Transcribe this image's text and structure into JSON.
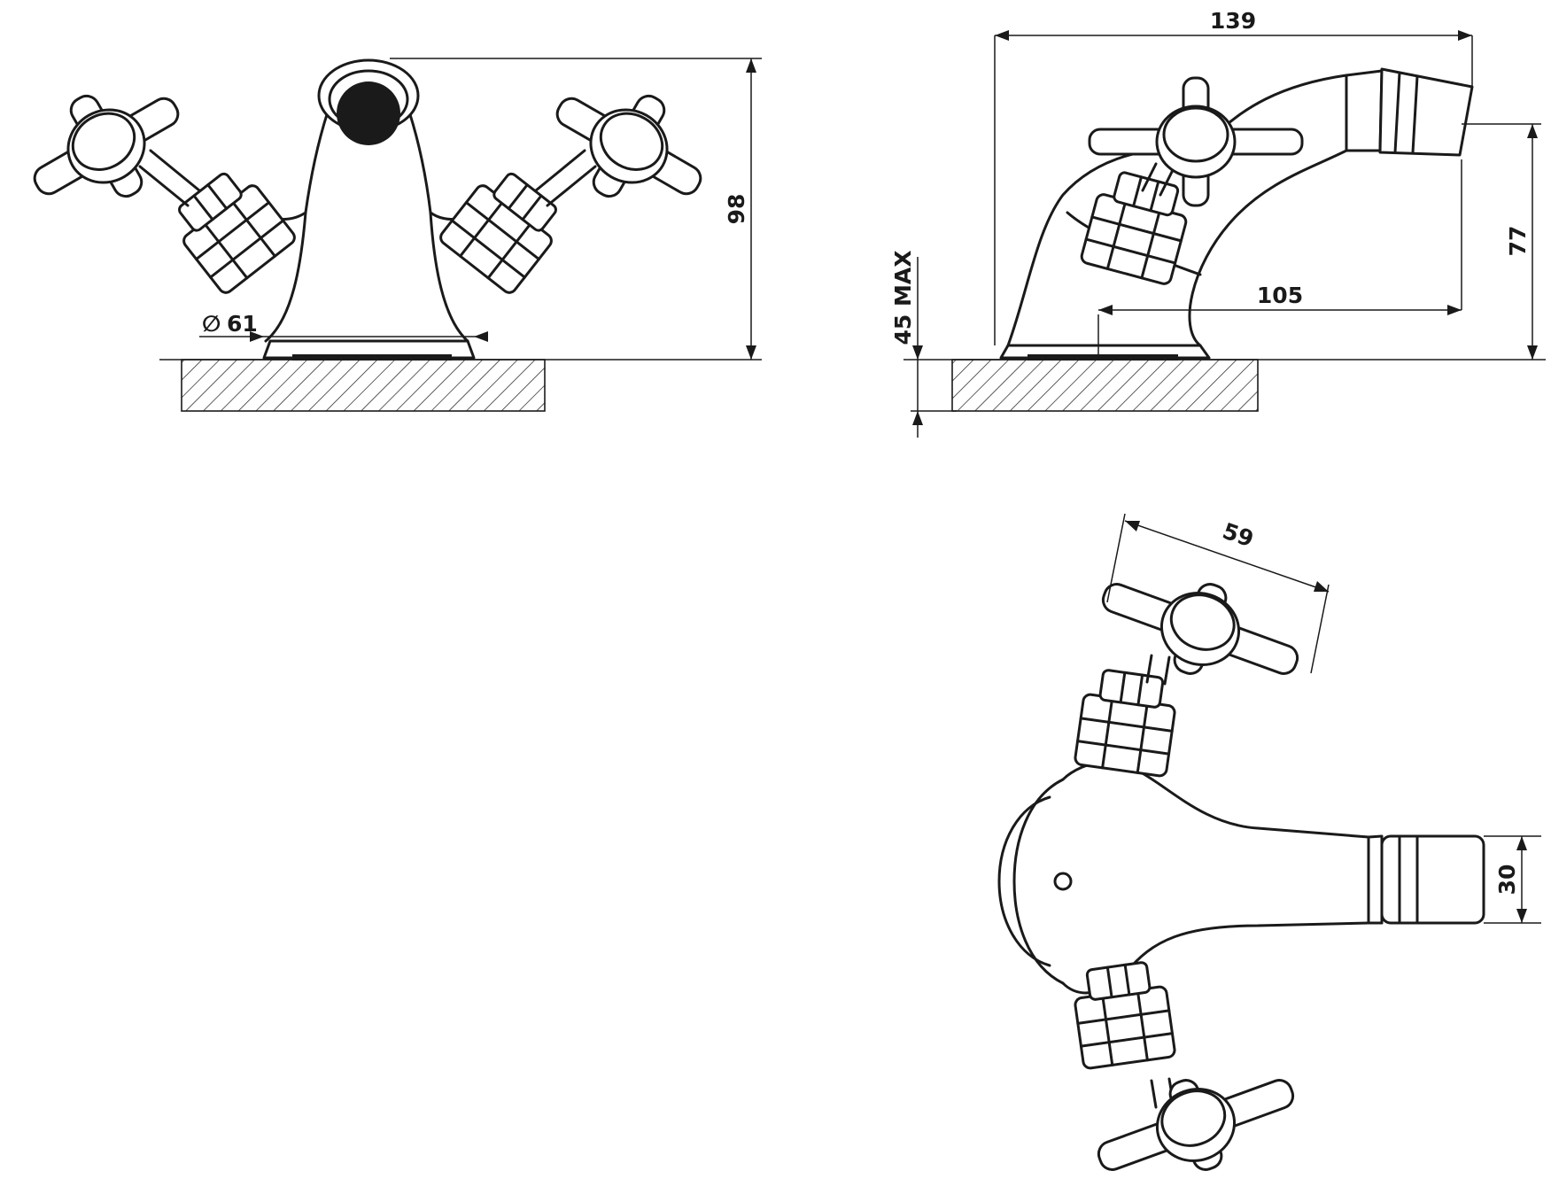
{
  "dimensions": {
    "front_height": "98",
    "front_base_diameter": "61",
    "front_diameter_symbol": "∅",
    "side_total_length": "139",
    "side_outlet_height": "77",
    "side_reach": "105",
    "side_max_deck_thickness": "45 MAX",
    "top_handle_span": "59",
    "top_outlet_width": "30"
  },
  "colors": {
    "line": "#1a1a1a",
    "background": "#ffffff"
  }
}
